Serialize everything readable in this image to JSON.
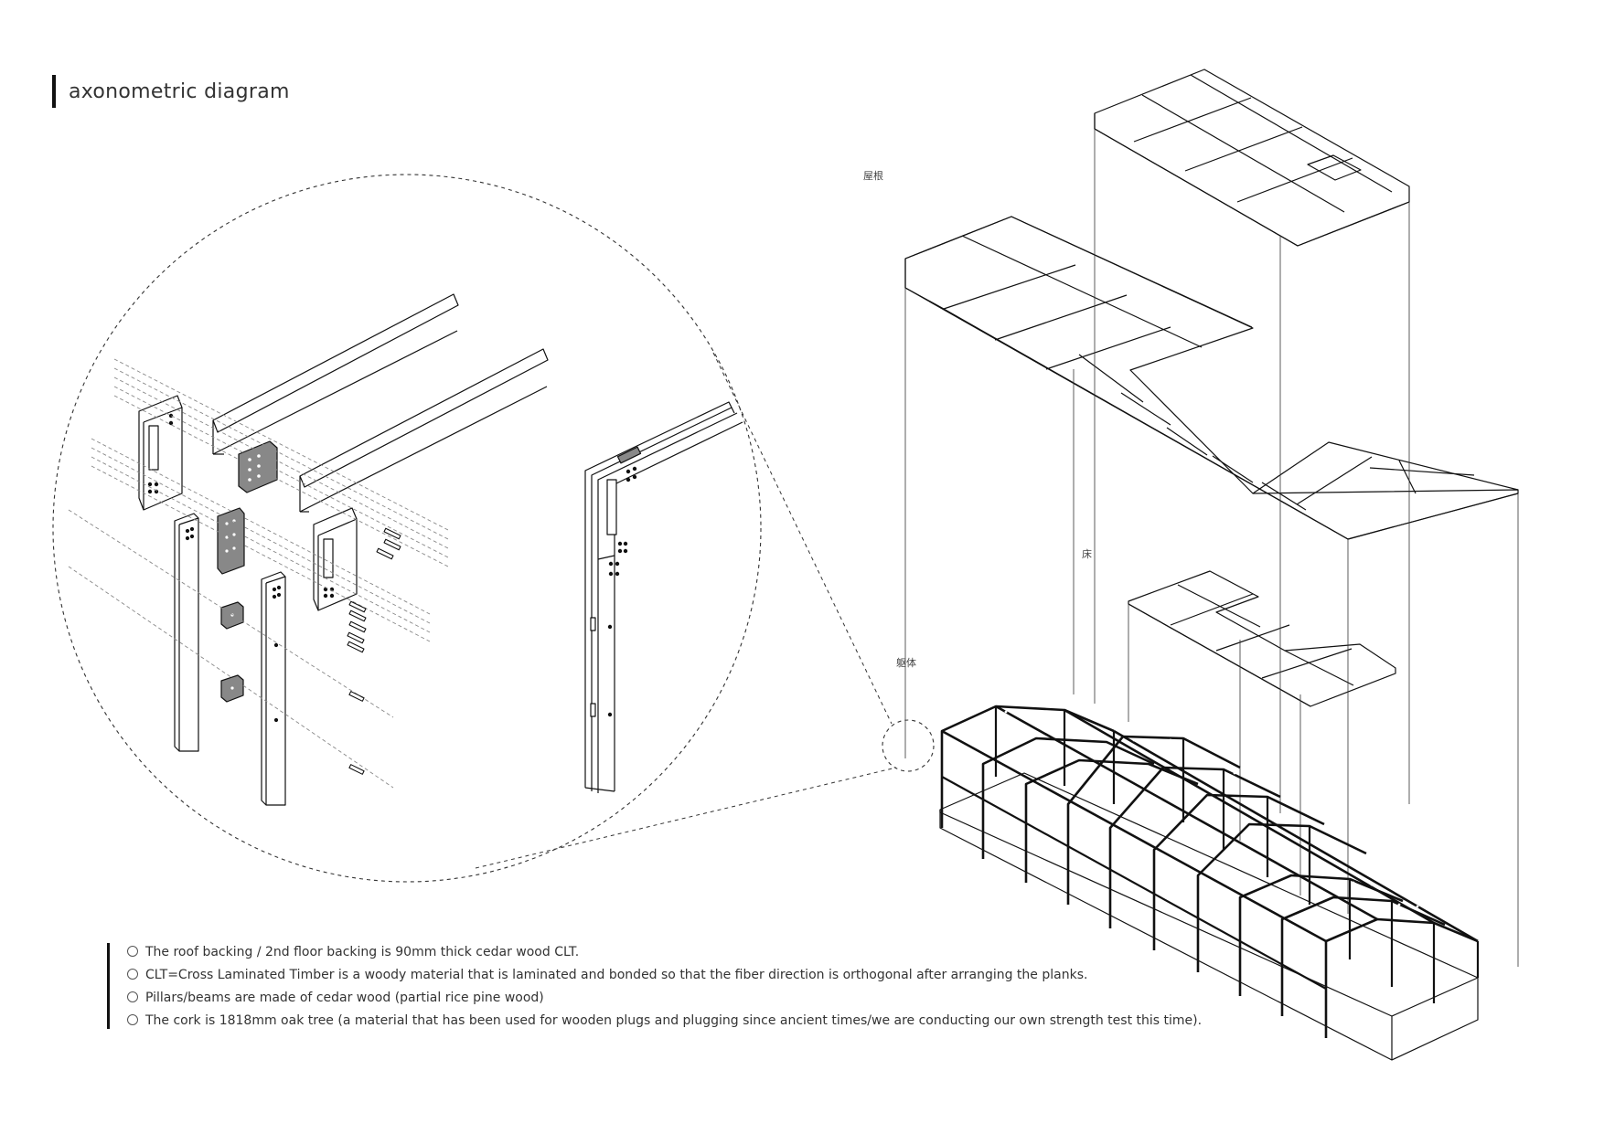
{
  "title": "axonometric diagram",
  "labels": {
    "roof": "屋根",
    "floor": "床",
    "frame": "躯体"
  },
  "notes": [
    "The roof backing / 2nd floor backing is 90mm thick cedar wood CLT.",
    "CLT=Cross Laminated Timber is a woody material that is laminated and bonded so that the fiber direction is orthogonal after arranging the planks.",
    "Pillars/beams are made of cedar wood (partial rice pine wood)",
    "The cork is 1818mm oak tree (a material that has been used for wooden plugs and plugging since ancient times/we are conducting our own strength test this time)."
  ]
}
